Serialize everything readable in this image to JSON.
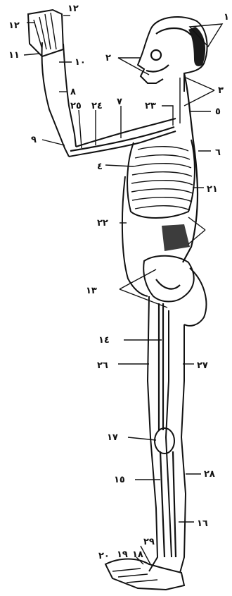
{
  "figure": {
    "labels": {
      "l1": "١",
      "l2": "٢",
      "l3": "٣",
      "l4": "٤",
      "l5": "٥",
      "l6": "٦",
      "l7": "٧",
      "l8": "٨",
      "l9": "٩",
      "l10": "١٠",
      "l11": "١١",
      "l12a": "١٢",
      "l12b": "١٢",
      "l13": "١٣",
      "l14": "١٤",
      "l15": "١٥",
      "l16": "١٦",
      "l17": "١٧",
      "l18": "١٨",
      "l19": "١٩",
      "l20": "٢٠",
      "l21": "٢١",
      "l22": "٢٢",
      "l23": "٢٣",
      "l24": "٢٤",
      "l25": "٢٥",
      "l26": "٢٦",
      "l27": "٢٧",
      "l28": "٢٨",
      "l29": "٢٩"
    }
  }
}
